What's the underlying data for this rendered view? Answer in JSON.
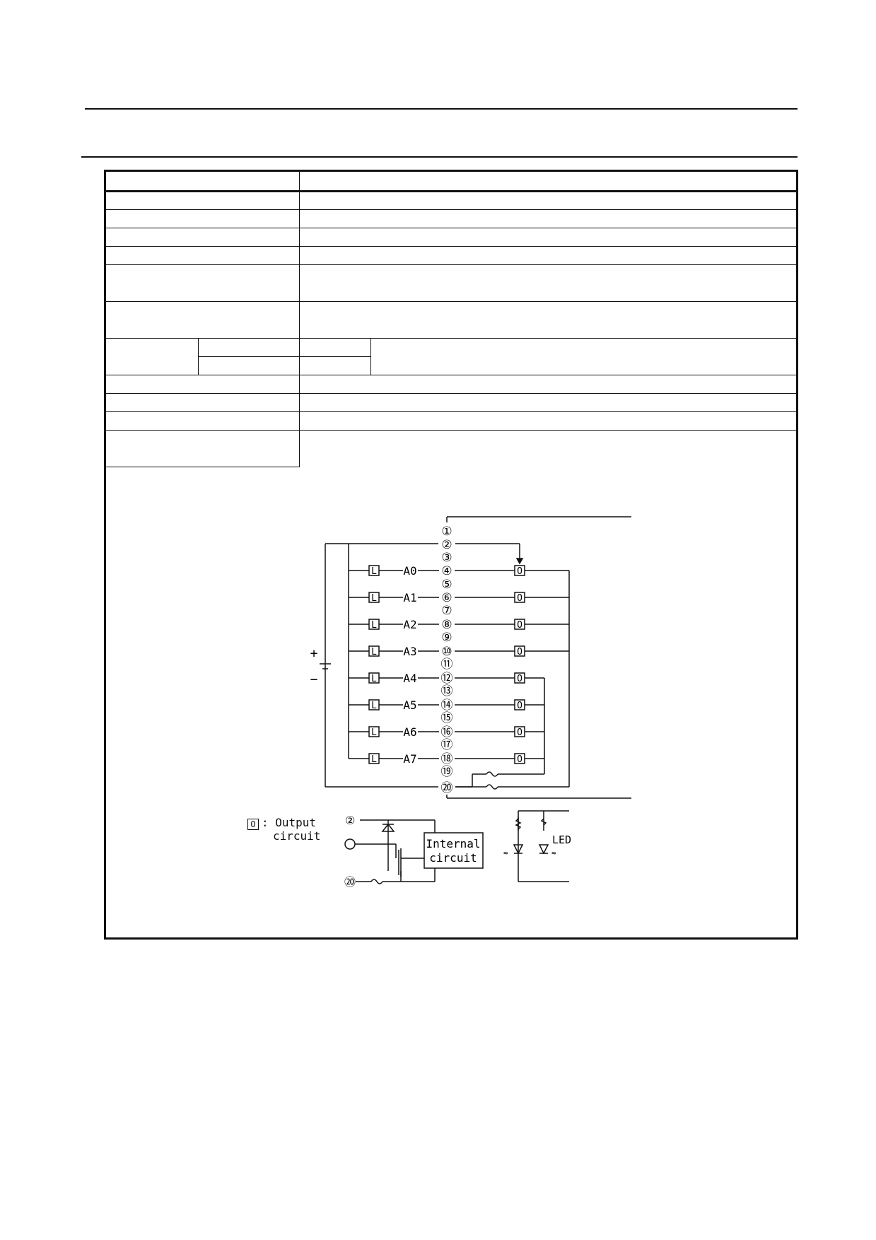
{
  "diagram": {
    "terminals": [
      "①",
      "②",
      "③",
      "④",
      "⑤",
      "⑥",
      "⑦",
      "⑧",
      "⑨",
      "⑩",
      "⑪",
      "⑫",
      "⑬",
      "⑭",
      "⑮",
      "⑯",
      "⑰",
      "⑱",
      "⑲",
      "⑳"
    ],
    "load_symbol": "L",
    "output_symbol": "O",
    "address_labels": [
      "A0",
      "A1",
      "A2",
      "A3",
      "A4",
      "A5",
      "A6",
      "A7"
    ],
    "plus_sign": "+",
    "minus_sign": "−"
  },
  "legend": {
    "symbol": "O",
    "label_line1": ": Output",
    "label_line2": "circuit",
    "terminal_top": "②",
    "terminal_bottom": "⑳",
    "internal_line1": "Internal",
    "internal_line2": "circuit",
    "led_label": "LED"
  }
}
